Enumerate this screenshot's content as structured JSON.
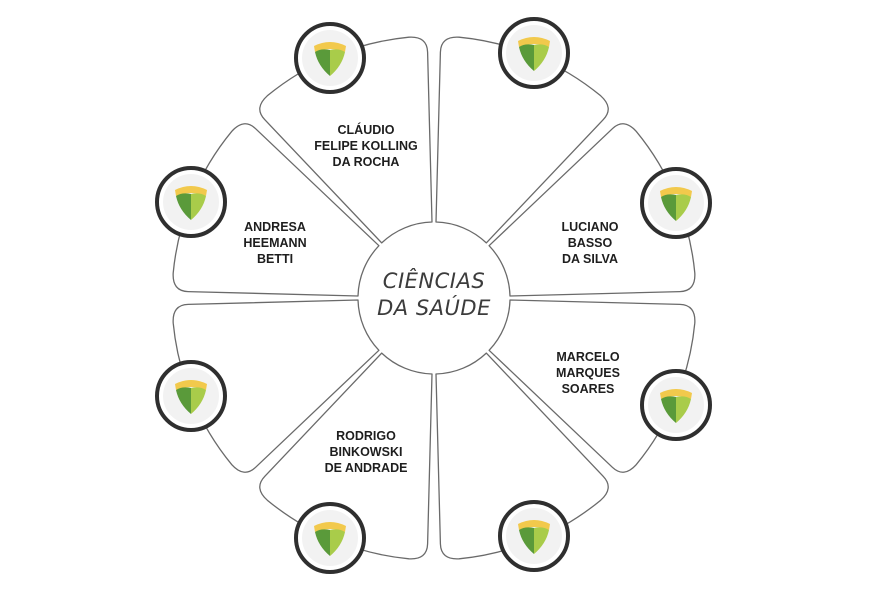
{
  "center": {
    "line1": "CIÊNCIAS",
    "line2": "DA SAÚDE"
  },
  "members": [
    {
      "lines": [
        "CLÁUDIO",
        "FELIPE KOLLING",
        "DA ROCHA"
      ]
    },
    {
      "lines": []
    },
    {
      "lines": [
        "LUCIANO",
        "BASSO",
        "DA SILVA"
      ]
    },
    {
      "lines": [
        "MARCELO",
        "MARQUES",
        "SOARES"
      ]
    },
    {
      "lines": []
    },
    {
      "lines": [
        "RODRIGO",
        "BINKOWSKI",
        "DE ANDRADE"
      ]
    },
    {
      "lines": []
    },
    {
      "lines": [
        "ANDRESA",
        "HEEMANN",
        "BETTI"
      ]
    }
  ],
  "colors": {
    "shield_green": "#5a9a3a",
    "shield_light_green": "#a9cc4a",
    "shield_yellow": "#f2c94c",
    "outline": "#6a6a6a",
    "ring": "#2f2f2f"
  },
  "icons": {
    "emblem": "shield-emblem-icon"
  }
}
